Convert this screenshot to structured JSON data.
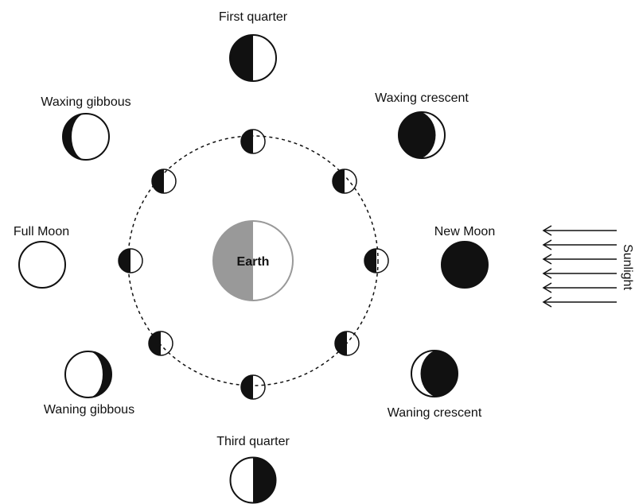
{
  "earth": {
    "label": "Earth",
    "night_color": "#999999",
    "day_color": "#ffffff"
  },
  "sunlight": {
    "label": "Sunlight",
    "arrow_count": 6
  },
  "orbit_moons": [
    {
      "name": "orbit-moon-east",
      "dark_side": "left"
    },
    {
      "name": "orbit-moon-northeast",
      "dark_side": "left"
    },
    {
      "name": "orbit-moon-north",
      "dark_side": "left"
    },
    {
      "name": "orbit-moon-northwest",
      "dark_side": "left"
    },
    {
      "name": "orbit-moon-west",
      "dark_side": "left"
    },
    {
      "name": "orbit-moon-southwest",
      "dark_side": "left"
    },
    {
      "name": "orbit-moon-south",
      "dark_side": "left"
    },
    {
      "name": "orbit-moon-southeast",
      "dark_side": "left"
    }
  ],
  "phases": [
    {
      "key": "new_moon",
      "label": "New Moon",
      "illumination": 0,
      "lit_side": "none"
    },
    {
      "key": "waxing_crescent",
      "label": "Waxing crescent",
      "illumination": 0.25,
      "lit_side": "right"
    },
    {
      "key": "first_quarter",
      "label": "First quarter",
      "illumination": 0.5,
      "lit_side": "right"
    },
    {
      "key": "waxing_gibbous",
      "label": "Waxing gibbous",
      "illumination": 0.75,
      "lit_side": "right"
    },
    {
      "key": "full_moon",
      "label": "Full Moon",
      "illumination": 1,
      "lit_side": "all"
    },
    {
      "key": "waning_gibbous",
      "label": "Waning gibbous",
      "illumination": 0.75,
      "lit_side": "left"
    },
    {
      "key": "third_quarter",
      "label": "Third quarter",
      "illumination": 0.5,
      "lit_side": "left"
    },
    {
      "key": "waning_crescent",
      "label": "Waning crescent",
      "illumination": 0.25,
      "lit_side": "left"
    }
  ]
}
